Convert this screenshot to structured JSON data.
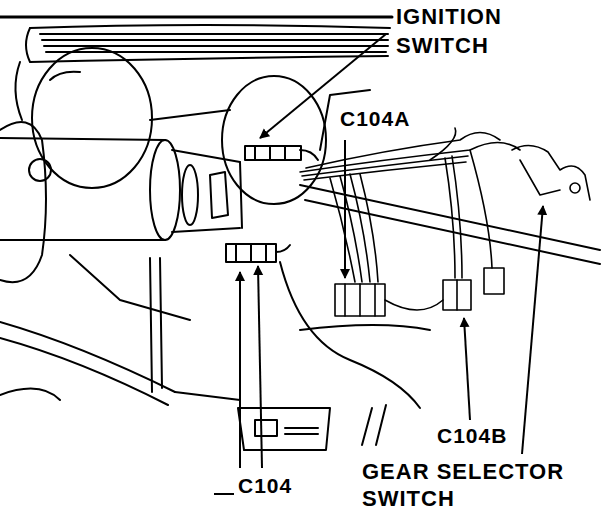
{
  "diagram": {
    "labels": [
      "IGNITION SWITCH",
      "C104A",
      "C104B",
      "GEAR SELECTOR SWITCH",
      "C104"
    ]
  }
}
